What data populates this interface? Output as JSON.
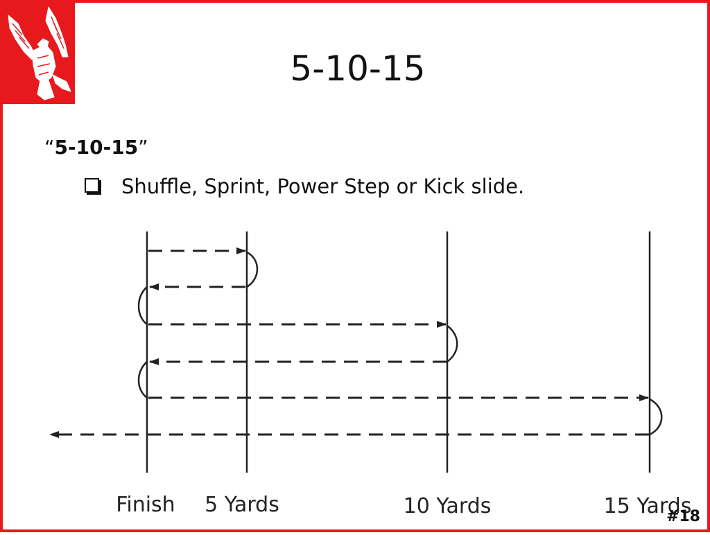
{
  "slide": {
    "title": "5-10-15",
    "subtitle": {
      "open_quote": "“",
      "text": "5-10-15",
      "close_quote": "”"
    },
    "bullet": "Shuffle, Sprint, Power Step or Kick slide.",
    "slide_number": "#18",
    "border_color": "#e8191d"
  },
  "logo": {
    "icon": "eagle-icon"
  },
  "diagram": {
    "labels": [
      "Finish",
      "5 Yards",
      "10 Yards",
      "15 Yards"
    ]
  }
}
